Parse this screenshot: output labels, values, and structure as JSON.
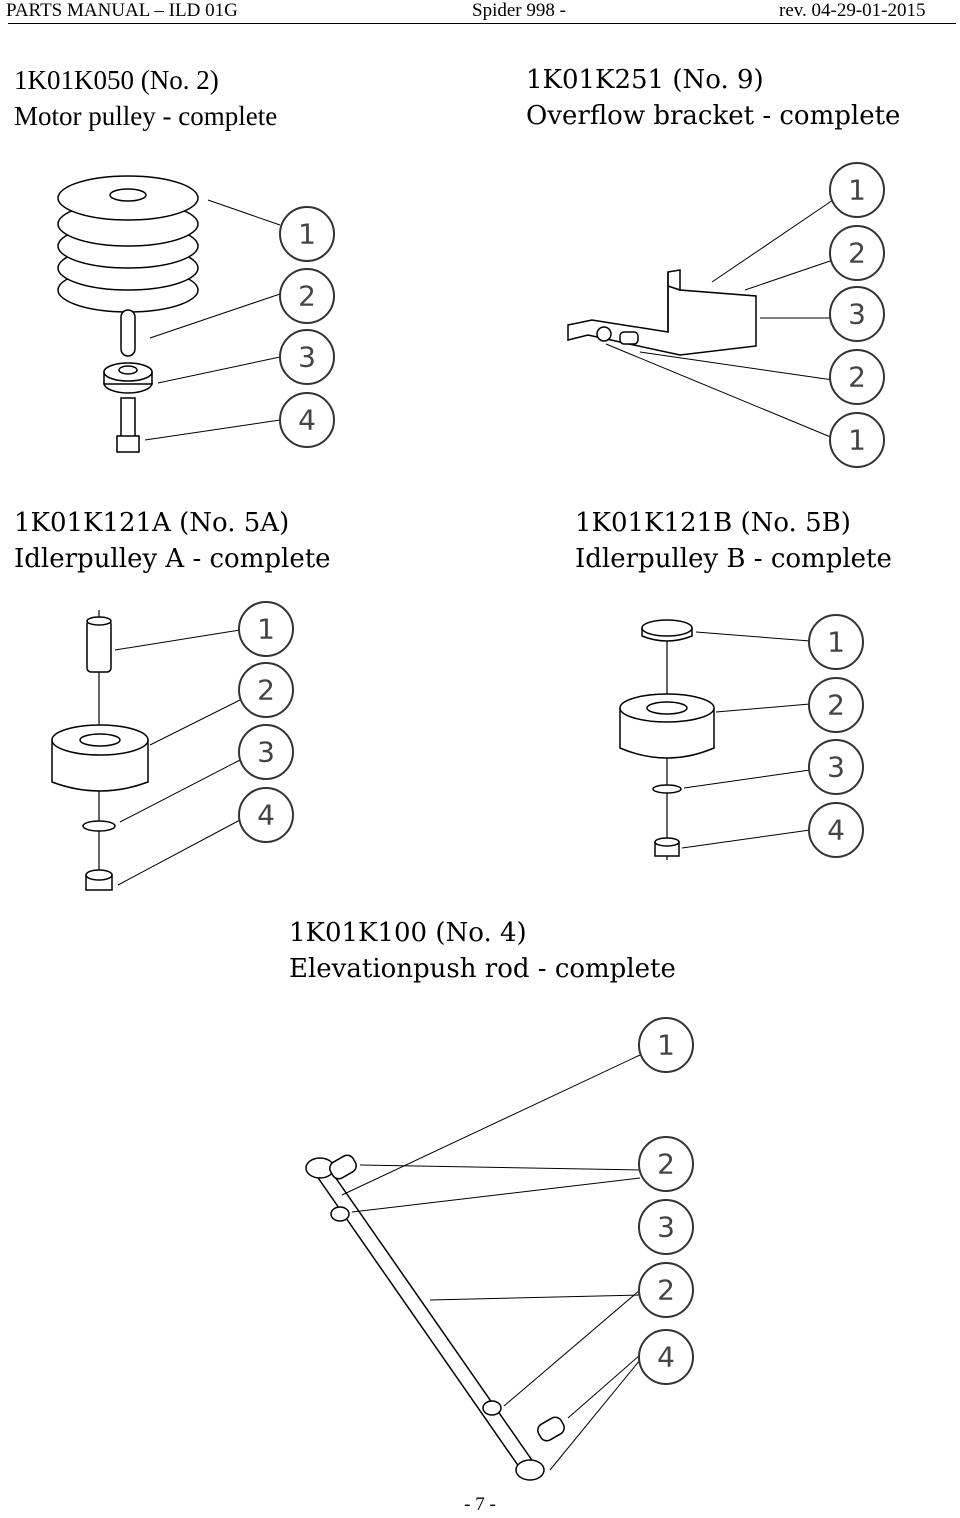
{
  "header": {
    "left": "PARTS MANUAL  – ILD 01G",
    "center": "Spider 998 -",
    "right": "rev. 04-29-01-2015"
  },
  "sections": {
    "motor_pulley": {
      "code": "1K01K050 (No. 2)",
      "name": "Motor pulley - complete",
      "callouts": [
        "1",
        "2",
        "3",
        "4"
      ]
    },
    "overflow_bracket": {
      "code": "1K01K251 (No. 9)",
      "name": "Overflow bracket - complete",
      "callouts": [
        "1",
        "2",
        "3",
        "2",
        "1"
      ]
    },
    "idler_a": {
      "code": "1K01K121A (No. 5A)",
      "name": "Idlerpulley A - complete",
      "callouts": [
        "1",
        "2",
        "3",
        "4"
      ]
    },
    "idler_b": {
      "code": "1K01K121B (No. 5B)",
      "name": "Idlerpulley B - complete",
      "callouts": [
        "1",
        "2",
        "3",
        "4"
      ]
    },
    "push_rod": {
      "code": "1K01K100 (No. 4)",
      "name": "Elevationpush rod - complete",
      "callouts": [
        "1",
        "2",
        "3",
        "2",
        "4"
      ]
    }
  },
  "footer": {
    "page": "- 7 -"
  }
}
